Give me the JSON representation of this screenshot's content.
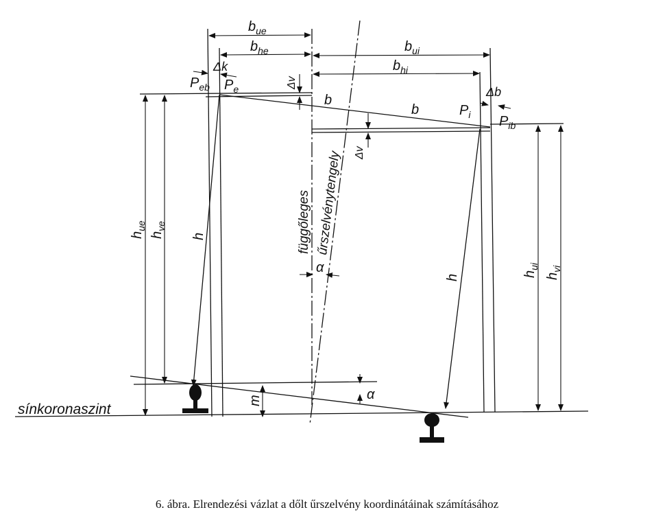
{
  "labels": {
    "b_ue": "b",
    "b_ue_sub": "ue",
    "b_he": "b",
    "b_he_sub": "he",
    "b_ui": "b",
    "b_ui_sub": "ui",
    "b_hi": "b",
    "b_hi_sub": "hi",
    "P_eb": "P",
    "P_eb_sub": "eb",
    "delta_k": "Δk",
    "P_e": "P",
    "P_e_sub": "e",
    "delta_v_top": "Δv",
    "b_left": "b",
    "b_right": "b",
    "P_i": "P",
    "P_i_sub": "i",
    "delta_b": "Δb",
    "P_ib": "P",
    "P_ib_sub": "ib",
    "delta_v_mid": "Δv",
    "h_ue": "h",
    "h_ue_sub": "ue",
    "h_ve": "h",
    "h_ve_sub": "ve",
    "h_left": "h",
    "h_right": "h",
    "h_ui": "h",
    "h_ui_sub": "ui",
    "h_vi": "h",
    "h_vi_sub": "vi",
    "vertical_axis": "függőleges",
    "tilted_axis": "űrszelvénytengely",
    "alpha_mid": "α",
    "alpha_bottom": "α",
    "m": "m",
    "rail_level": "sínkoronaszint"
  },
  "caption": "6.  ábra. Elrendezési vázlat a dőlt űrszelvény koordinátáinak számításához"
}
